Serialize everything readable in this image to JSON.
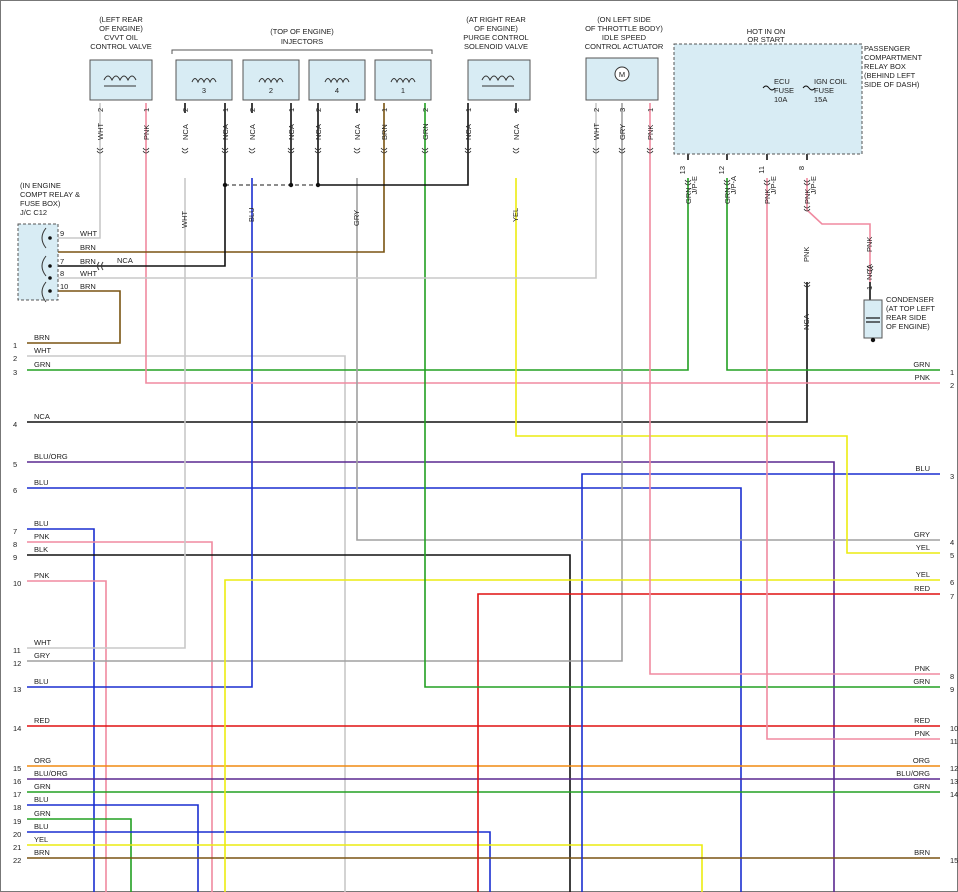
{
  "components": {
    "cvvt": {
      "lines": [
        "(LEFT REAR",
        "OF ENGINE)",
        "CVVT OIL",
        "CONTROL VALVE"
      ],
      "pins": [
        {
          "num": "2",
          "wire": "WHT"
        },
        {
          "num": "1",
          "wire": "PNK"
        }
      ]
    },
    "injectors": {
      "lines": [
        "(TOP OF ENGINE)",
        "INJECTORS"
      ],
      "units": [
        "3",
        "2",
        "4",
        "1"
      ],
      "pins": [
        {
          "num": "2",
          "wire": "NCA"
        },
        {
          "num": "1",
          "wire": "NCA"
        },
        {
          "num": "2",
          "wire": "NCA"
        },
        {
          "num": "1",
          "wire": "NCA"
        },
        {
          "num": "2",
          "wire": "NCA"
        },
        {
          "num": "1",
          "wire": "NCA"
        },
        {
          "num": "1",
          "wire": "BRN"
        },
        {
          "num": "2",
          "wire": "GRN"
        }
      ]
    },
    "purge": {
      "lines": [
        "(AT RIGHT REAR",
        "OF ENGINE)",
        "PURGE CONTROL",
        "SOLENOID VALVE"
      ],
      "pins": [
        {
          "num": "1",
          "wire": "NCA"
        },
        {
          "num": "2",
          "wire": "NCA"
        }
      ]
    },
    "idle": {
      "lines": [
        "(ON LEFT SIDE",
        "OF THROTTLE BODY)",
        "IDLE SPEED",
        "CONTROL ACTUATOR"
      ],
      "motor": "M",
      "pins": [
        {
          "num": "2",
          "wire": "WHT"
        },
        {
          "num": "3",
          "wire": "GRY"
        },
        {
          "num": "1",
          "wire": "PNK"
        }
      ]
    },
    "relay_box": {
      "hot_lines": [
        "HOT IN ON",
        "OR START"
      ],
      "lines": [
        "PASSENGER",
        "COMPARTMENT",
        "RELAY BOX",
        "(BEHIND LEFT",
        "SIDE OF DASH)"
      ],
      "ecu_fuse": [
        "ECU",
        "FUSE",
        "10A"
      ],
      "ign_fuse": [
        "IGN COIL",
        "FUSE",
        "15A"
      ],
      "pins": [
        {
          "num": "13",
          "conn": "J/P-E",
          "wire": "GRN"
        },
        {
          "num": "12",
          "conn": "J/P-A",
          "wire": "GRN"
        },
        {
          "num": "11",
          "conn": "J/P-E",
          "wire": "PNK"
        },
        {
          "num": "8",
          "conn": "J/P-E",
          "wire": "PNK"
        }
      ]
    },
    "jc": {
      "lines": [
        "(IN ENGINE",
        "COMPT RELAY &",
        "FUSE BOX)",
        "J/C C12"
      ],
      "pins": [
        {
          "num": "9",
          "wire": "WHT"
        },
        {
          "num": "",
          "wire": "BRN"
        },
        {
          "num": "7",
          "wire": "BRN"
        },
        {
          "num": "8",
          "wire": "WHT"
        },
        {
          "num": "10",
          "wire": "BRN"
        }
      ],
      "nca_label": "NCA"
    },
    "condenser": {
      "lines": [
        "CONDENSER",
        "(AT TOP LEFT",
        "REAR SIDE",
        "OF ENGINE)"
      ],
      "pin": "1",
      "wire_top": "PNK",
      "wire_bottom": "NCA"
    }
  },
  "vertical_labels": {
    "wht": "WHT",
    "blu": "BLU",
    "gry": "GRY",
    "yel": "YEL",
    "pnk_right": "PNK",
    "nca_right": "NCA"
  },
  "left_pins": [
    {
      "num": "1",
      "wire": "BRN"
    },
    {
      "num": "2",
      "wire": "WHT"
    },
    {
      "num": "3",
      "wire": "GRN"
    },
    {
      "num": "4",
      "wire": "NCA"
    },
    {
      "num": "5",
      "wire": "BLU/ORG"
    },
    {
      "num": "6",
      "wire": "BLU"
    },
    {
      "num": "7",
      "wire": "BLU"
    },
    {
      "num": "8",
      "wire": "PNK"
    },
    {
      "num": "9",
      "wire": "BLK"
    },
    {
      "num": "10",
      "wire": "PNK"
    },
    {
      "num": "11",
      "wire": "WHT"
    },
    {
      "num": "12",
      "wire": "GRY"
    },
    {
      "num": "13",
      "wire": "BLU"
    },
    {
      "num": "14",
      "wire": "RED"
    },
    {
      "num": "15",
      "wire": "ORG"
    },
    {
      "num": "16",
      "wire": "BLU/ORG"
    },
    {
      "num": "17",
      "wire": "GRN"
    },
    {
      "num": "18",
      "wire": "BLU"
    },
    {
      "num": "19",
      "wire": "GRN"
    },
    {
      "num": "20",
      "wire": "BLU"
    },
    {
      "num": "21",
      "wire": "YEL"
    },
    {
      "num": "22",
      "wire": "BRN"
    }
  ],
  "right_pins": [
    {
      "num": "1",
      "wire": "GRN"
    },
    {
      "num": "2",
      "wire": "PNK"
    },
    {
      "num": "3",
      "wire": "BLU"
    },
    {
      "num": "4",
      "wire": "GRY"
    },
    {
      "num": "5",
      "wire": "YEL"
    },
    {
      "num": "6",
      "wire": "YEL"
    },
    {
      "num": "7",
      "wire": "RED"
    },
    {
      "num": "8",
      "wire": "PNK"
    },
    {
      "num": "9",
      "wire": "GRN"
    },
    {
      "num": "10",
      "wire": "RED"
    },
    {
      "num": "11",
      "wire": "PNK"
    },
    {
      "num": "12",
      "wire": "ORG"
    },
    {
      "num": "13",
      "wire": "BLU/ORG"
    },
    {
      "num": "14",
      "wire": "GRN"
    },
    {
      "num": "15",
      "wire": "BRN"
    }
  ],
  "colors": {
    "WHT": "#c8c8c8",
    "GRY": "#a0a0a0",
    "PNK": "#f08aa0",
    "BRN": "#7a5412",
    "GRN": "#22a022",
    "BLU": "#1a2fd0",
    "BLK": "#111111",
    "NCA": "#111111",
    "RED": "#e01010",
    "YEL": "#ecec10",
    "ORG": "#f08a10",
    "BLU/ORG": "#5a2890",
    "component_fill": "#d8ecf4",
    "outline": "#555555"
  }
}
